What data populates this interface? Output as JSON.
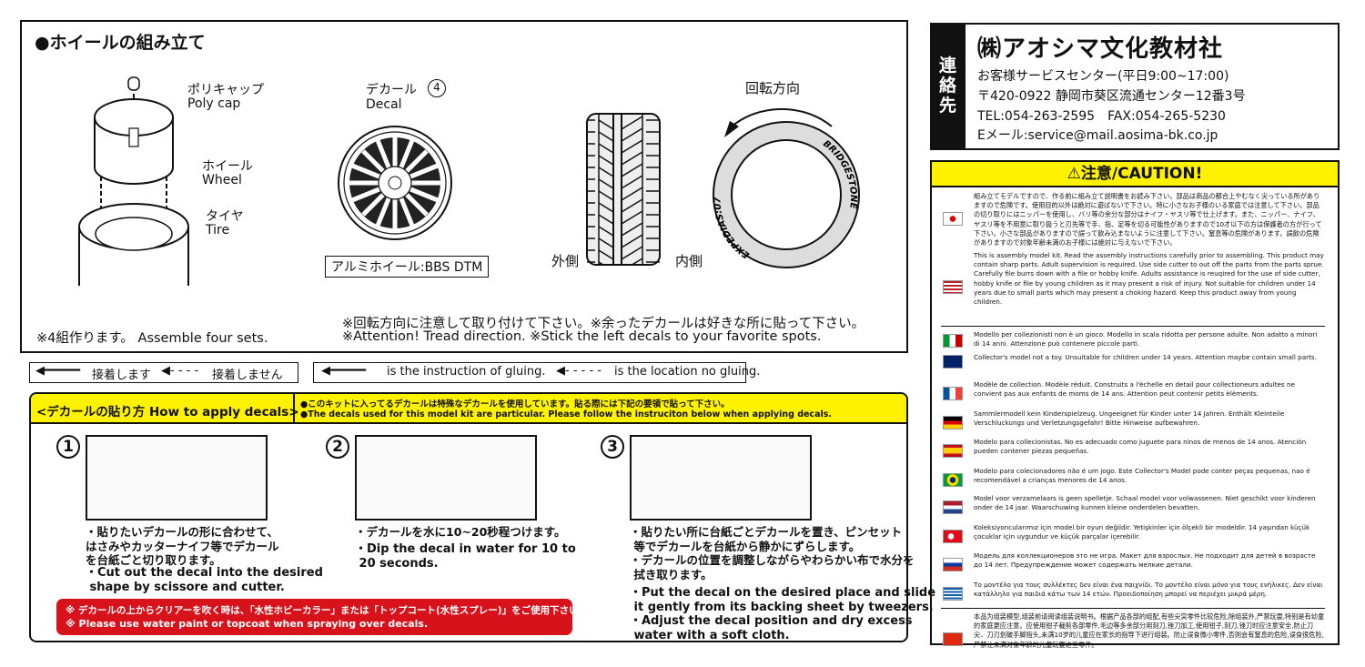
{
  "wheel_assembly": {
    "title": "●ホイールの組み立て",
    "poly_cap_jp": "ポリキャップ",
    "poly_cap_en": "Poly cap",
    "wheel_jp": "ホイール",
    "wheel_en": "Wheel",
    "tire_jp": "タイヤ",
    "tire_en": "Tire",
    "decal_jp": "デカール",
    "decal_num": "4",
    "decal_en": "Decal",
    "wheel_name": "アルミホイール:BBS DTM",
    "outer": "外側",
    "inner": "内側",
    "rotation": "回転方向",
    "tire_brand": "BRIDGESTONE",
    "tire_model": "EXPEDIAS:07",
    "note_sets": "※4組作ります。 Assemble four sets.",
    "note_jp": "※回転方向に注意して取り付けて下さい。※余ったデカールは好きな所に貼って下さい。",
    "note_en": "※Attention! Tread direction. ※Stick the left decals to your favorite spots."
  },
  "glue_legend": {
    "jp_glue": "接着します",
    "jp_noglue": "接着しません",
    "en_glue": "is the instruction of gluing.",
    "en_noglue": "is the location no gluing."
  },
  "decal_howto": {
    "title": "<デカールの貼り方 How to apply decals>",
    "intro_jp": "●このキットに入ってるデカールは特殊なデカールを使用しています。貼る際には下記の要領で貼って下さい。",
    "intro_en": "●The decals used for this model kit are particular. Please follow the instruciton below when applying decals.",
    "steps": [
      {
        "num": "1",
        "jp": "・貼りたいデカールの形に合わせて、\nはさみやカッターナイフ等でデカール\nを台紙ごと切り取ります。",
        "en": "・Cut out the decal into the desired\n shape by scissore and cutter."
      },
      {
        "num": "2",
        "jp": "・デカールを水に10~20秒程つけます。",
        "en": "・Dip the decal in water for 10 to\n 20 seconds."
      },
      {
        "num": "3",
        "jp": "・貼りたい所に台紙ごとデカールを置き、ピンセット\n 等でデカールを台紙から静かにずらします。\n・デカールの位置を調整しながらやわらかい布で水分を\n 拭き取ります。",
        "en": "・Put the decal on the desired place and slide\n it gently from its backing sheet by tweezers.\n・Adjust the decal position and dry excess\n water with a soft cloth."
      }
    ],
    "warning_jp": "※ デカールの上からクリアーを吹く時は、「水性ホビーカラー」または「トップコート(水性スプレー)」をご使用下さい。",
    "warning_en": "※ Please use water paint or topcoat when spraying over decals."
  },
  "contact": {
    "label": "連絡先",
    "company": "㈱アオシマ文化教材社",
    "service": "お客様サービスセンター(平日9:00~17:00)",
    "address": "〒420-0922 静岡市葵区流通センター12番3号",
    "phone": "TEL:054-263-2595　FAX:054-265-5230",
    "email": "Eメール:service@mail.aosima-bk.co.jp"
  },
  "caution": {
    "title": "⚠注意/CAUTION!",
    "items": [
      {
        "flag": "japan",
        "text": "組み立てモデルですので、作る前に組み立て説明書をお読み下さい。部品は商品の都合上やむなく尖っている所がありますので危険です。使用目的以外は絶対に遊ばないで下さい。特に小さなお子様のいる家庭では注意して下さい。部品の切り取りにはニッパーを使用し、バリ等の余分な部分はナイフ・ヤスリ等で仕上げます。また、ニッパー、ナイフ、ヤスリ等を不用意に取り扱うと刃先等で手、指、足等を切る可能性がありますので10才以下の方は保護者の方が行って下さい。小さな部品がありますので誤って飲み込まないように注意して下さい。窒息等の危険があります。誤飲の危険がありますので対象年齢未満のお子様には絶対に与えないで下さい。"
      },
      {
        "flag": "usa",
        "text": "This is assembly model kit. Read the assembly instructions carefully prior to assembling. This product may contain sharp parts. Adult supervision is required. Use side cutter to out off the parts from the parts sprue. Carefully file burrs down with a file or hobby knife. Adults assistance is reuqired for the use of side cutter, hobby knife or file by young children as it may present a risk of injury. Not suitable for children under 14 years due to small parts which may present a choking hazard. Keep this product away from young children."
      },
      {
        "flag": "italy",
        "text": "Modello per collezionisti non è un gioco. Modello in scala ridotta per persone adulte. Non adatto a minori di 14 anni. Attenzione può contenere piccole parti."
      },
      {
        "flag": "uk",
        "text": "Collector's model not a toy. Unsuitable for children under 14 years. Attention maybe contain small parts."
      },
      {
        "flag": "france",
        "text": "Modèle de collection. Modèle réduit. Construits a l'èchelle en detail pour collectioneurs adultes ne convient pas aux enfants de moms de 14 ans. Attention peut contenir petits èlèments."
      },
      {
        "flag": "germany",
        "text": "Sammlermodell kein Kinderspielzeug. Ungeeignet für Kinder unter 14 Jahren. Enthält Kleinteile Verschluckungs und Verletzungsgefahr! Bitte Hinweise aufbewahren."
      },
      {
        "flag": "spain",
        "text": "Modelo para collecionistas. No es adecuado como juguete para ninos de menos de 14 anos. Atención pueden contener piezas pequeñas."
      },
      {
        "flag": "brazil",
        "text": "Modelo para colecionadores não é um jogo. Este Collector's Model pode conter peças pequenas, nao é recomendável a crianças menores de 14 anos."
      },
      {
        "flag": "netherlands",
        "text": "Model voor verzamelaars is geen spelletje. Schaal model voor volwassenen. Niet geschikt voor kinderen onder de 14 jaar. Waarschuwing kunnen kleine onderdelen bevatten."
      },
      {
        "flag": "turkey",
        "text": "Koleksiyoncularımız için model bir oyun değildir. Yetişkinler için ölçekli bir modeldir. 14 yaşından küçük çocuklar için uygundur ve küçük parçalar içerebilir."
      },
      {
        "flag": "russia",
        "text": "Модель для коллекционеров это не игра. Макет для взрослых. Не подходит для детей в возрасте до 14 лет. Предупреждение может содержать мелкие детали."
      },
      {
        "flag": "greece",
        "text": "Το μοντέλο για τους συλλέκτες δεν είναι ένα παιχνίδι. Το μοντέλο είναι μόνο για τους ενήλικες. Δεν είναι κατάλληλο για παιδιά κάτω των 14 ετών. Προειδοποίηση μπορεί να περιέχει μικρά μέρη."
      },
      {
        "flag": "china",
        "text": "本品为组装模型,组装前请阅读组装说明书。根据产品各部的组配,有些尖突零件比较危险,除组装外,严禁玩耍,特别是有幼童的家庭更应注意。应使用钳子裁剪各部零件,毛边等多余部分用刻刀,锉刀加工,使用钳子,刻刀,锉刀时应注意安全,防止刀尖、刀刃划破手脚指头,未满10岁的儿童应在家长的指导下进行组装。防止误食微小零件,否则会有窒息的危险,误食很危险,严禁让未满对象年龄的儿童玩耍这些零件。"
      }
    ]
  },
  "colors": {
    "yellow": "#fff200",
    "red": "#d7121b",
    "border": "#111111"
  }
}
